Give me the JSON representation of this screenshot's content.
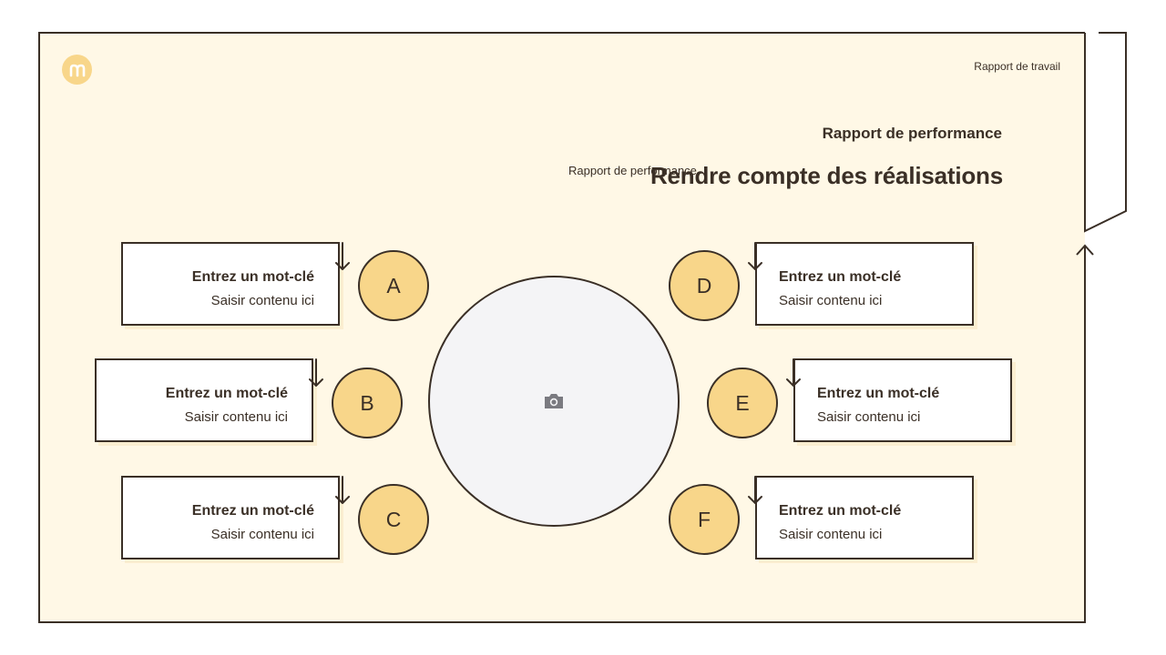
{
  "header": {
    "work_report": "Rapport de travail",
    "subtitle": "Rapport de performance",
    "small_caption": "Rapport de performance",
    "title": "Rendre compte des réalisations"
  },
  "items": [
    {
      "letter": "A",
      "keyword": "Entrez un mot-clé",
      "content": "Saisir contenu ici"
    },
    {
      "letter": "B",
      "keyword": "Entrez un mot-clé",
      "content": "Saisir contenu ici"
    },
    {
      "letter": "C",
      "keyword": "Entrez un mot-clé",
      "content": "Saisir contenu ici"
    },
    {
      "letter": "D",
      "keyword": "Entrez un mot-clé",
      "content": "Saisir contenu ici"
    },
    {
      "letter": "E",
      "keyword": "Entrez un mot-clé",
      "content": "Saisir contenu ici"
    },
    {
      "letter": "F",
      "keyword": "Entrez un mot-clé",
      "content": "Saisir contenu ici"
    }
  ],
  "photo": {
    "icon": "camera-icon"
  },
  "logo": {
    "icon": "m-logo-icon"
  },
  "colors": {
    "accent": "#f8d68a",
    "background": "#fff8e6",
    "ink": "#3a2f26",
    "photo_fill": "#f4f4f6"
  }
}
